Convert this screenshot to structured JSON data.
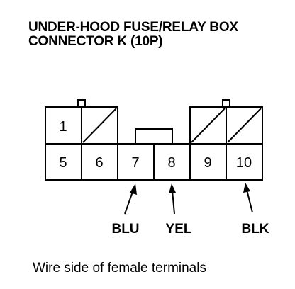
{
  "title": {
    "line1": "UNDER-HOOD FUSE/RELAY BOX",
    "line2": "CONNECTOR K (10P)"
  },
  "connector": {
    "top_row": [
      "1",
      "",
      "",
      "",
      "",
      ""
    ],
    "bottom_row": [
      "5",
      "6",
      "7",
      "8",
      "9",
      "10"
    ],
    "empty_cavities": [
      "top-2",
      "top-5",
      "top-6"
    ]
  },
  "wires": [
    {
      "terminal": "7",
      "color": "BLU"
    },
    {
      "terminal": "8",
      "color": "YEL"
    },
    {
      "terminal": "10",
      "color": "BLK"
    }
  ],
  "caption": "Wire side of female terminals"
}
